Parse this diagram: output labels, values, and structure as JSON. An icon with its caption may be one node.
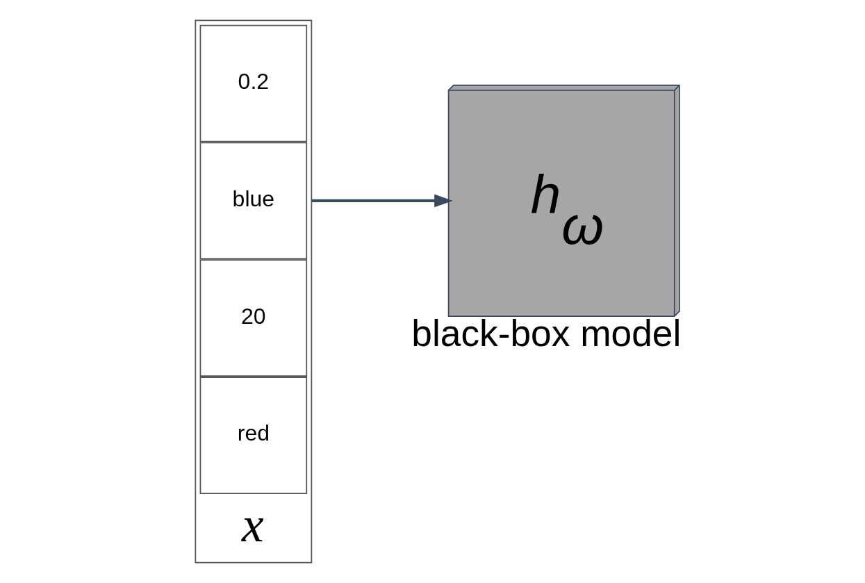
{
  "diagram": {
    "nodes": [
      {
        "text": [
          "x"
        ]
      },
      {
        "text": [
          "0.2"
        ],
        "in": 0
      },
      {
        "text": [
          "blue"
        ],
        "in": 0
      },
      {
        "text": [
          "20"
        ],
        "in": 0
      },
      {
        "text": [
          "red"
        ],
        "in": 0
      },
      {
        "text": [
          "h$_{ω}$"
        ],
        "beside": [
          "black-box model"
        ]
      }
    ],
    "edges": [
      {
        "from": 0,
        "to": 5,
        "arrow": "to"
      }
    ]
  }
}
